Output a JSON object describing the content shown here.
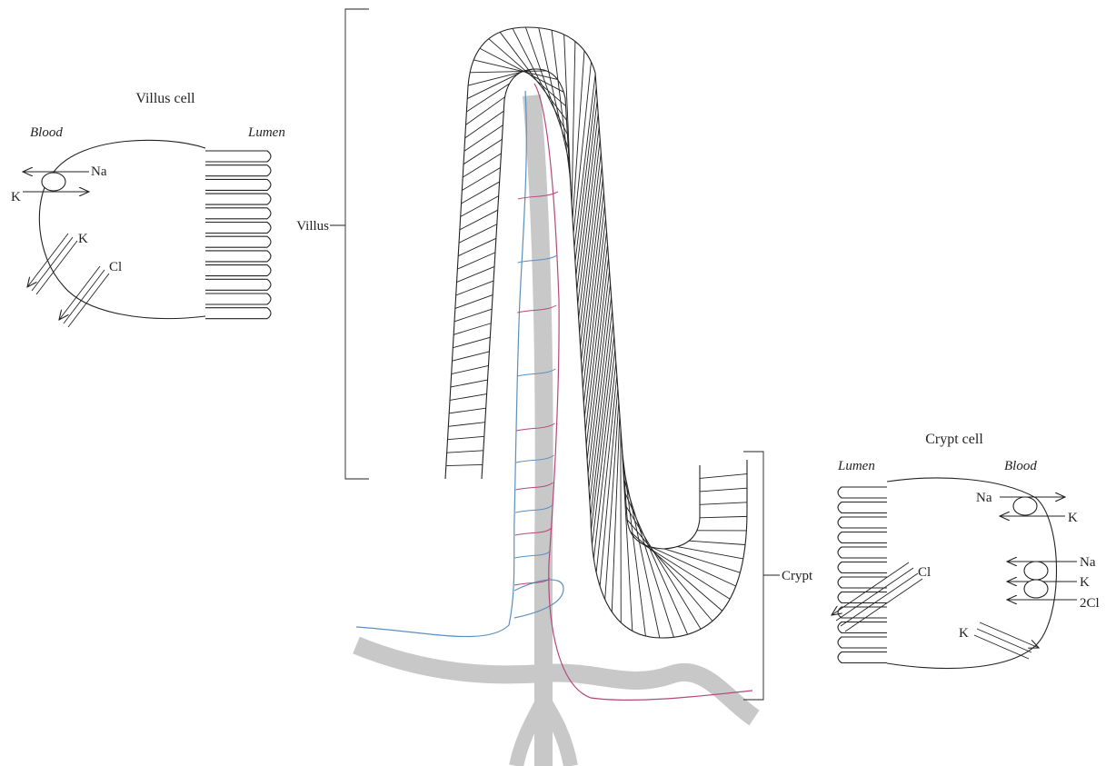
{
  "villus_cell": {
    "title": "Villus cell",
    "blood_label": "Blood",
    "lumen_label": "Lumen",
    "transporters": {
      "pump_out": "Na",
      "pump_in": "K",
      "k_channel": "K",
      "cl_channel": "Cl"
    }
  },
  "crypt_cell": {
    "title": "Crypt cell",
    "lumen_label": "Lumen",
    "blood_label": "Blood",
    "transporters": {
      "pump_out": "Na",
      "pump_in": "K",
      "cotransport_na": "Na",
      "cotransport_k": "K",
      "cotransport_cl": "2Cl",
      "cl_channel": "Cl",
      "k_channel": "K"
    }
  },
  "regions": {
    "villus": "Villus",
    "crypt": "Crypt"
  },
  "colors": {
    "outline": "#222222",
    "vessel": "#c8c8c8",
    "vein": "#5b8fc0",
    "artery": "#b5487a"
  }
}
